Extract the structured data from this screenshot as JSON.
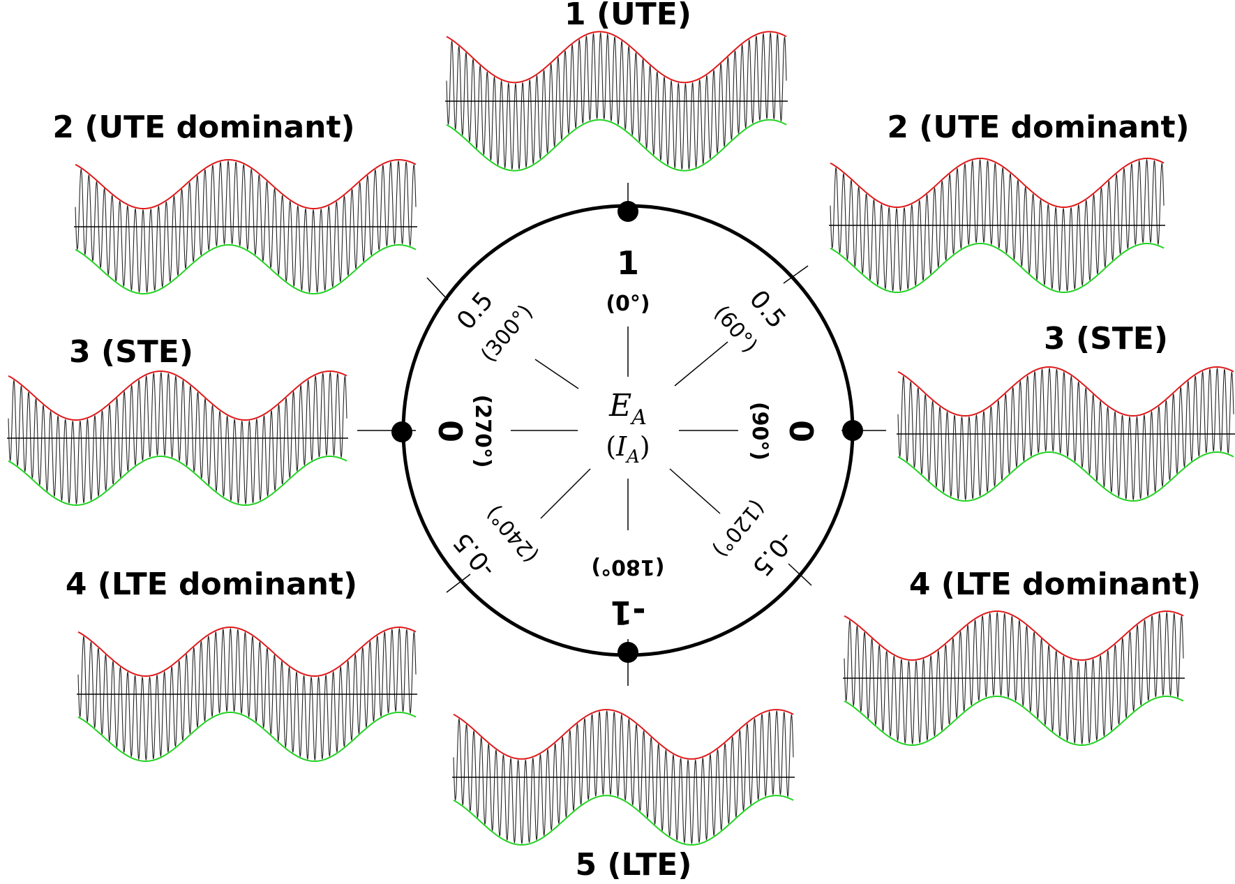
{
  "panels": [
    {
      "id": "top",
      "title": "1 (UTE)",
      "lte_fraction": 0.0
    },
    {
      "id": "upper-left",
      "title": "2 (UTE dominant)",
      "lte_fraction": 0.25
    },
    {
      "id": "upper-right",
      "title": "2 (UTE dominant)",
      "lte_fraction": 0.25
    },
    {
      "id": "left",
      "title": "3 (STE)",
      "lte_fraction": 0.5
    },
    {
      "id": "right",
      "title": "3 (STE)",
      "lte_fraction": 0.5
    },
    {
      "id": "lower-left",
      "title": "4 (LTE dominant)",
      "lte_fraction": 0.75
    },
    {
      "id": "lower-right",
      "title": "4 (LTE dominant)",
      "lte_fraction": 0.75
    },
    {
      "id": "bottom",
      "title": "5 (LTE)",
      "lte_fraction": 1.0
    }
  ],
  "dial": {
    "top": {
      "value": "1",
      "angle": "(0°)"
    },
    "upper_right": {
      "value": "0.5",
      "angle": "(60°)"
    },
    "right": {
      "value": "0",
      "angle": "(90°)"
    },
    "lower_right": {
      "value": "-0.5",
      "angle": "(120°)"
    },
    "bottom": {
      "value": "-1",
      "angle": "(180°)"
    },
    "lower_left": {
      "value": "-0.5",
      "angle": "(240°)"
    },
    "left": {
      "value": "0",
      "angle": "(270°)"
    },
    "upper_left": {
      "value": "0.5",
      "angle": "(300°)"
    },
    "center_main": "E",
    "center_main_sub": "A",
    "center_paren_open": "(",
    "center_alt": "I",
    "center_alt_sub": "A",
    "center_paren_close": ")"
  },
  "colors": {
    "upper_envelope": "#e0191a",
    "lower_envelope": "#22d322",
    "waveform": "#222222",
    "dial": "#000000"
  }
}
